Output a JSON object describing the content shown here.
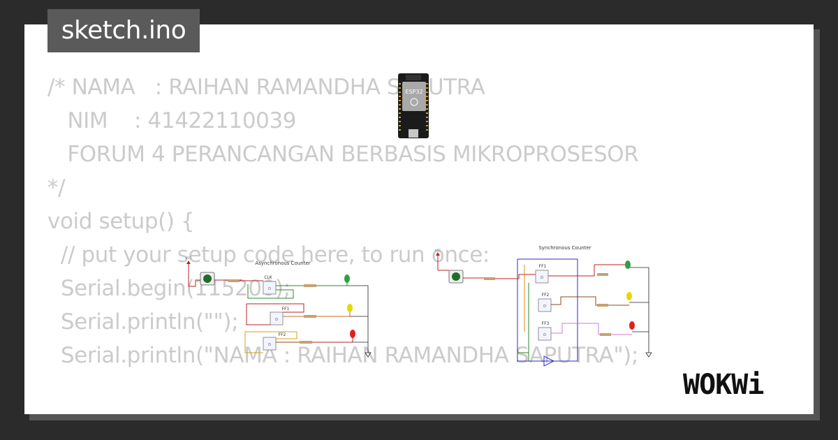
{
  "header": {
    "file_tab": "sketch.ino"
  },
  "code": {
    "lines": [
      "/* NAMA   : RAIHAN RAMANDHA SAPUTRA",
      "   NIM    : 41422110039",
      "",
      "   FORUM 4 PERANCANGAN BERBASIS MIKROPROSESOR",
      "*/",
      "",
      "void setup() {",
      "  // put your setup code here, to run once:",
      "  Serial.begin(115200);",
      "  Serial.println(\"\");",
      "  Serial.println(\"NAMA : RAIHAN RAMANDHA SAPUTRA\");"
    ]
  },
  "board": {
    "label": "ESP32"
  },
  "async_counter": {
    "title": "Asynchronous Counter",
    "vcc": "VCC",
    "ff_labels": [
      "CLK",
      "FF1",
      "FF2"
    ],
    "pin_d": "D"
  },
  "sync_counter": {
    "title": "Synchronous Counter",
    "vcc": "VCC",
    "ff_labels": [
      "FF1",
      "FF2",
      "FF3"
    ],
    "pin_d": "D"
  },
  "logo": {
    "text": "WOKWi"
  },
  "colors": {
    "background": "#2b2b2b",
    "card": "#ffffff",
    "code_text": "#cbcbcb",
    "tag_bg": "#5a5a5a",
    "led_green": "#2ea043",
    "led_yellow": "#e6d800",
    "led_red": "#e0201b"
  }
}
